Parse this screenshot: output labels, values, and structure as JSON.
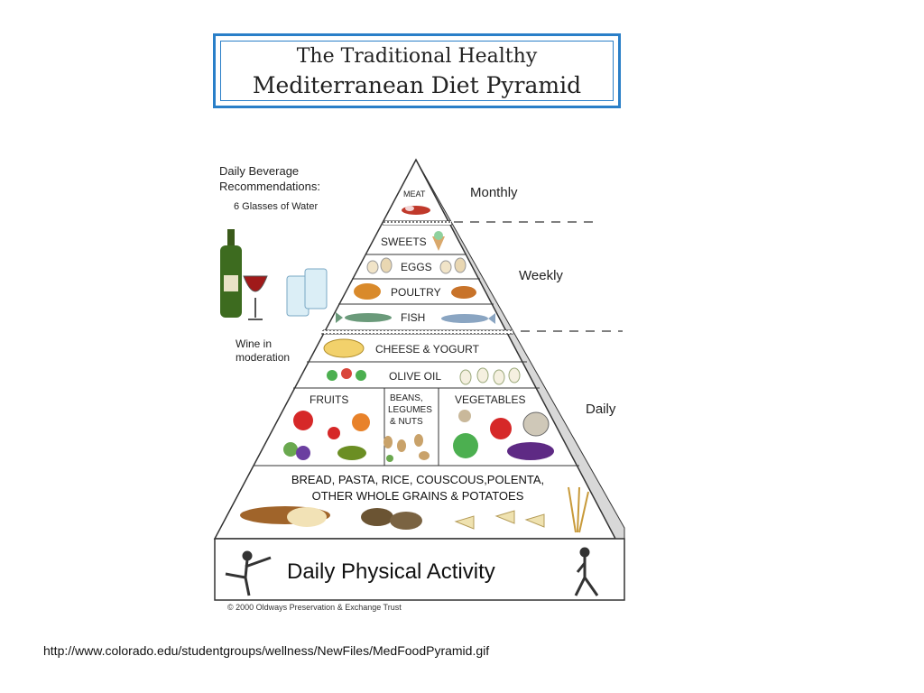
{
  "title": {
    "line1": "The Traditional Healthy",
    "line2": "Mediterranean Diet Pyramid"
  },
  "beverage": {
    "heading_line1": "Daily Beverage",
    "heading_line2": "Recommendations:",
    "water": "6 Glasses of Water",
    "wine_line1": "Wine in",
    "wine_line2": "moderation"
  },
  "frequency": {
    "monthly": "Monthly",
    "weekly": "Weekly",
    "daily": "Daily"
  },
  "tiers": {
    "meat": "MEAT",
    "sweets": "SWEETS",
    "eggs": "EGGS",
    "poultry": "POULTRY",
    "fish": "FISH",
    "cheese": "CHEESE & YOGURT",
    "olive_oil": "OLIVE OIL",
    "fruits": "FRUITS",
    "beans_line1": "BEANS,",
    "beans_line2": "LEGUMES",
    "beans_line3": "& NUTS",
    "vegetables": "VEGETABLES",
    "grains_line1": "BREAD, PASTA, RICE, COUSCOUS,POLENTA,",
    "grains_line2": "OTHER WHOLE GRAINS & POTATOES"
  },
  "activity": "Daily Physical Activity",
  "copyright": "© 2000 Oldways Preservation & Exchange Trust",
  "source_url": "http://www.colorado.edu/studentgroups/wellness/NewFiles/MedFoodPyramid.gif",
  "colors": {
    "title_border": "#2a7fc8",
    "outline": "#333333",
    "shade": "#d8d8d8"
  }
}
